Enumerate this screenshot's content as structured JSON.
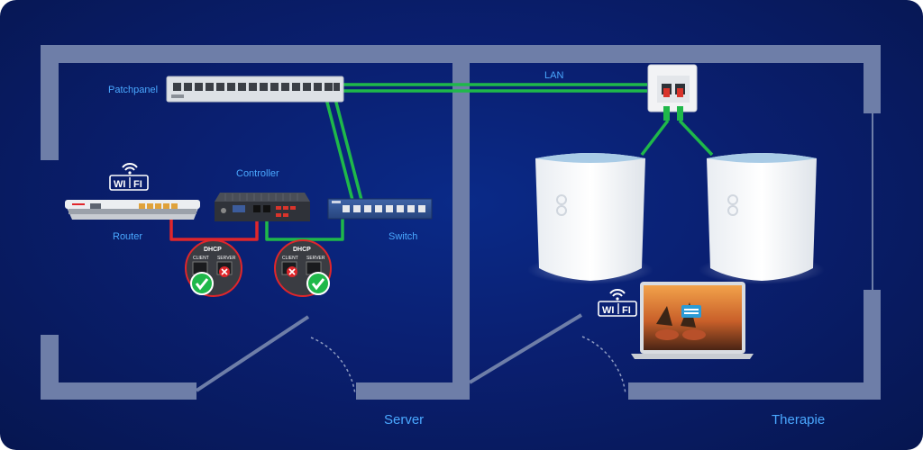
{
  "labels": {
    "patchpanel": "Patchpanel",
    "lan": "LAN",
    "router": "Router",
    "controller": "Controller",
    "switch": "Switch",
    "server": "Server",
    "therapie": "Therapie"
  },
  "wifi_badge_text": {
    "wi": "WI",
    "fi": "FI"
  },
  "dhcp_badges": [
    {
      "title": "DHCP",
      "client": "CLIENT",
      "server": "SERVER",
      "server_status": "error",
      "overall": "ok"
    },
    {
      "title": "DHCP",
      "client": "CLIENT",
      "server": "SERVER",
      "client_status": "error",
      "overall": "ok"
    }
  ],
  "colors": {
    "background": "#0a2070",
    "walls": "#6e7ea8",
    "label_blue": "#4aa8ff",
    "cable_green": "#1fb84a",
    "cable_red": "#e0262b",
    "check_green": "#1fb84a",
    "error_red": "#e0262b"
  }
}
